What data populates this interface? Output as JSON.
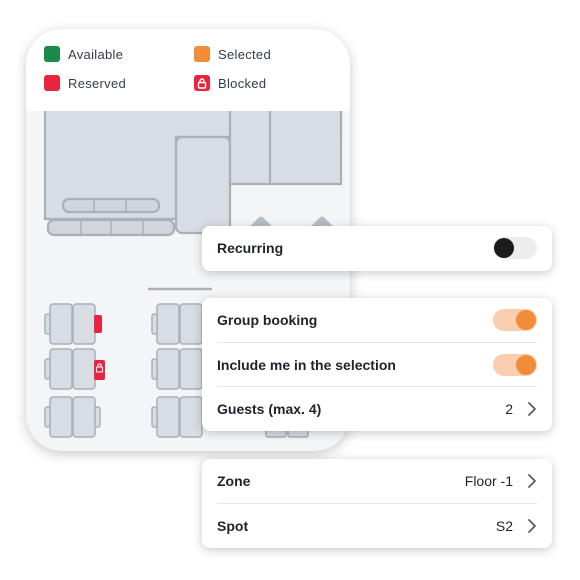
{
  "legend": {
    "available": {
      "label": "Available",
      "color": "#1a8a4a"
    },
    "selected": {
      "label": "Selected",
      "color": "#f28c39"
    },
    "reserved": {
      "label": "Reserved",
      "color": "#e8253f"
    },
    "blocked": {
      "label": "Blocked",
      "color": "#e8253f",
      "icon": "lock-icon"
    }
  },
  "recurring": {
    "label": "Recurring",
    "on": false
  },
  "group": {
    "group_booking": {
      "label": "Group booking",
      "on": true
    },
    "include_me": {
      "label": "Include me in the selection",
      "on": true
    },
    "guests": {
      "label": "Guests (max. 4)",
      "value": "2"
    }
  },
  "location": {
    "zone": {
      "label": "Zone",
      "value": "Floor -1"
    },
    "spot": {
      "label": "Spot",
      "value": "S2"
    }
  },
  "colors": {
    "accent": "#f28c39",
    "accent_track": "#f9cdb0",
    "map_fill": "#d8dde3",
    "map_stroke": "#a9b0b8"
  }
}
